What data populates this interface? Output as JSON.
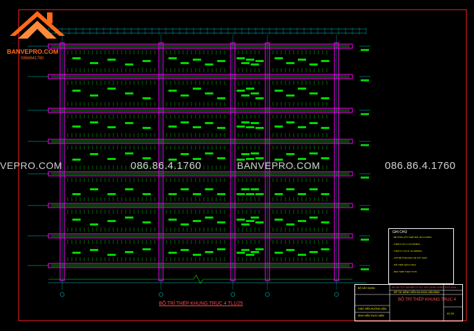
{
  "logo": {
    "brand": "BANVEPRO.COM",
    "phone": "0868641760"
  },
  "watermarks": [
    {
      "text": "VEPRO.COM",
      "kind": "site"
    },
    {
      "text": "086.86.4.1760",
      "kind": "phone"
    },
    {
      "text": "BANVEPRO.COM",
      "kind": "site"
    },
    {
      "text": "086.86.4.1760",
      "kind": "phone"
    }
  ],
  "drawing": {
    "title": "BỐ TRÍ THÉP KHUNG TRỤC 4 TL1/25",
    "colors": {
      "beam": "#ff00ff",
      "rebar": "#00ff00",
      "dim": "#00ffff",
      "frame": "#ff2020",
      "background": "#000000"
    }
  },
  "notes": {
    "title": "GHI CHÚ",
    "lines": [
      "- BÊ TÔNG CỐT THÉP B25, Rb=14.5MPa",
      "- THÉP D<10 CI, Rs=225MPa",
      "- THÉP D>=10 CII, Rs=280MPa",
      "- LỚP BÊ TÔNG BẢO VỆ CỐT THÉP",
      "- NỐI THÉP LỆCH NHAU",
      "- NEO THÉP THEO TCVN"
    ]
  },
  "title_block": {
    "project": "ĐỒ ÁN TỐT NGHIỆP KỸ SƯ XÂY DỰNG KHÓA 2012-2016",
    "topic": "ĐỀ TÀI: BỆNH VIỆN ĐA KHOA VĂN ĐÌNH",
    "sheet_title": "BỐ TRÍ THÉP KHUNG TRỤC 4",
    "school": "BỘ XÂY DỰNG",
    "row_labels": [
      "GIÁO VIÊN HƯỚNG DẪN",
      "SINH VIÊN THỰC HIỆN"
    ],
    "sheet_no": "KC-03"
  }
}
